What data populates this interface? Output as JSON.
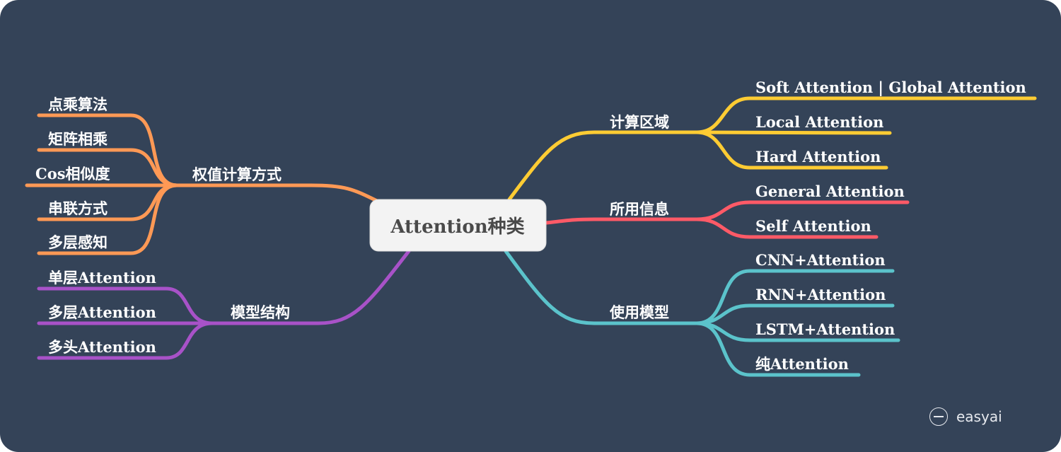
{
  "root": "Attention种类",
  "branches": {
    "compute_region": {
      "label": "计算区域",
      "color": "#FFCC33",
      "leaves": [
        "Soft Attention | Global Attention",
        "Local Attention",
        "Hard Attention"
      ]
    },
    "info_used": {
      "label": "所用信息",
      "color": "#FF5A67",
      "leaves": [
        "General Attention",
        "Self Attention"
      ]
    },
    "models_used": {
      "label": "使用模型",
      "color": "#5BC3CB",
      "leaves": [
        "CNN+Attention",
        "RNN+Attention",
        "LSTM+Attention",
        "纯Attention"
      ]
    },
    "weight_calc": {
      "label": "权值计算方式",
      "color": "#FF9955",
      "leaves": [
        "点乘算法",
        "矩阵相乘",
        "Cos相似度",
        "串联方式",
        "多层感知"
      ]
    },
    "model_structure": {
      "label": "模型结构",
      "color": "#A852C8",
      "leaves": [
        "单层Attention",
        "多层Attention",
        "多头Attention"
      ]
    }
  },
  "watermark": "easyai"
}
